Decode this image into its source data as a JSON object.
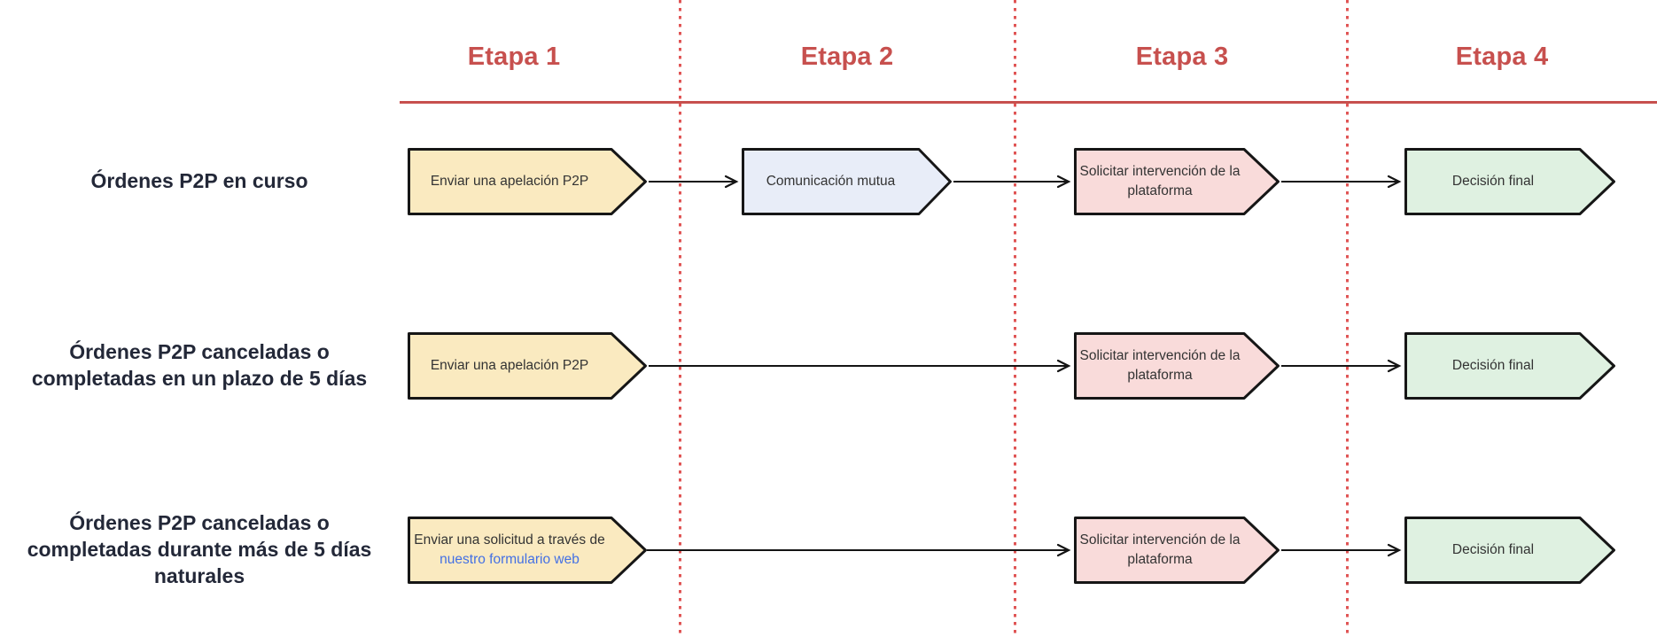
{
  "palette": {
    "accent_red": "#C7504E",
    "dotted_line_red": "#E05555",
    "step_yellow": "#FAEAC0",
    "step_blue": "#E8EDF8",
    "step_pink": "#F9DBDA",
    "step_green": "#DFF1E1",
    "shape_border": "#161616",
    "link_blue": "#4370E4",
    "row_label_color": "#232838"
  },
  "stages": [
    {
      "label": "Etapa 1"
    },
    {
      "label": "Etapa 2"
    },
    {
      "label": "Etapa 3"
    },
    {
      "label": "Etapa 4"
    }
  ],
  "rows": [
    {
      "label": "Órdenes P2P en curso",
      "steps": {
        "stage1": "Enviar una apelación P2P",
        "stage2": "Comunicación mutua",
        "stage3": "Solicitar intervención de la plataforma",
        "stage4": "Decisión final"
      }
    },
    {
      "label": "Órdenes P2P canceladas o completadas en un plazo de 5 días",
      "steps": {
        "stage1": "Enviar una apelación P2P",
        "stage3": "Solicitar intervención de la plataforma",
        "stage4": "Decisión final"
      }
    },
    {
      "label": "Órdenes P2P canceladas o completadas durante más de 5 días naturales",
      "steps": {
        "stage1_prefix": "Enviar una solicitud a través de",
        "stage1_link": "nuestro formulario web",
        "stage3": "Solicitar intervención de la plataforma",
        "stage4": "Decisión final"
      }
    }
  ]
}
